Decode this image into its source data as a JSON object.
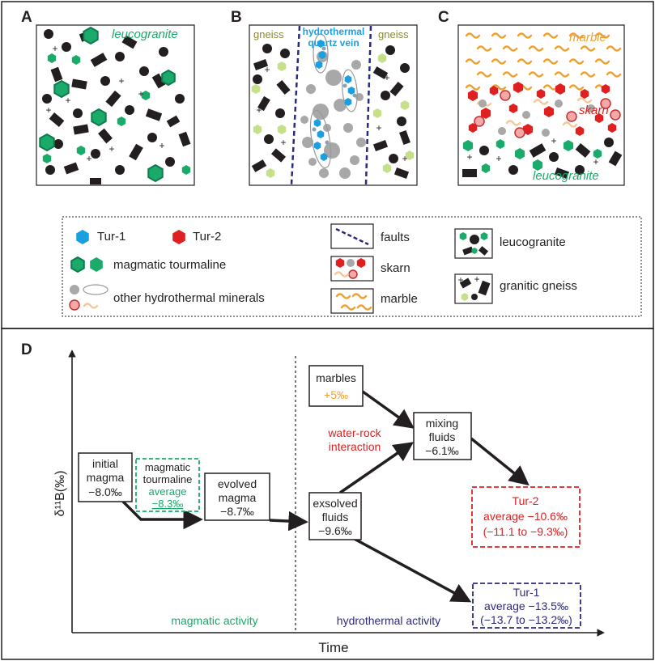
{
  "panel_a": {
    "letter": "A",
    "label": "leucogranite"
  },
  "panel_b": {
    "letter": "B",
    "left_label": "gneiss",
    "right_label": "gneiss",
    "vein_line1": "hydrothermal",
    "vein_line2": "quartz vein"
  },
  "panel_c": {
    "letter": "C",
    "marble_label": "marble",
    "skarn_label": "skarn",
    "leuco_label": "leucogranite"
  },
  "legend": {
    "tur1": "Tur-1",
    "tur2": "Tur-2",
    "magmatic_tourmaline": "magmatic tourmaline",
    "other_minerals": "other hydrothermal minerals",
    "faults": "faults",
    "skarn": "skarn",
    "marble": "marble",
    "leucogranite": "leucogranite",
    "granitic_gneiss": "granitic gneiss"
  },
  "panel_d": {
    "letter": "D",
    "y_axis_label": "δ¹¹B(‰)",
    "x_axis_label": "Time",
    "magmatic_activity": "magmatic activity",
    "hydrothermal_activity": "hydrothermal activity",
    "water_rock_line1": "water-rock",
    "water_rock_line2": "interaction",
    "initial_magma": {
      "line1": "initial",
      "line2": "magma",
      "value": "−8.0‰"
    },
    "magmatic_tourmaline": {
      "line1": "magmatic",
      "line2": "tourmaline",
      "line3": "average",
      "value": "−8.3‰"
    },
    "evolved_magma": {
      "line1": "evolved",
      "line2": "magma",
      "value": "−8.7‰"
    },
    "exsolved_fluids": {
      "line1": "exsolved",
      "line2": "fluids",
      "value": "−9.6‰"
    },
    "marbles": {
      "line1": "marbles",
      "value": "+5‰"
    },
    "mixing_fluids": {
      "line1": "mixing",
      "line2": "fluids",
      "value": "−6.1‰"
    },
    "tur2": {
      "title": "Tur-2",
      "average": "average −10.6‰",
      "range": "(−11.1 to −9.3‰)"
    },
    "tur1": {
      "title": "Tur-1",
      "average": "average −13.5‰",
      "range": "(−13.7 to −13.2‰)"
    }
  },
  "colors": {
    "tur1": "#1aa0e0",
    "tur2": "#e02020",
    "magmatic": "#1aaa6a",
    "magmatic_dark": "#0f7a4e",
    "gneiss_green": "#c6e08a",
    "gray": "#a8a8a8",
    "pink": "#f4a8a8",
    "orange": "#f0a030",
    "hydro_blue": "#2a2a80",
    "dark": "#231f20"
  }
}
